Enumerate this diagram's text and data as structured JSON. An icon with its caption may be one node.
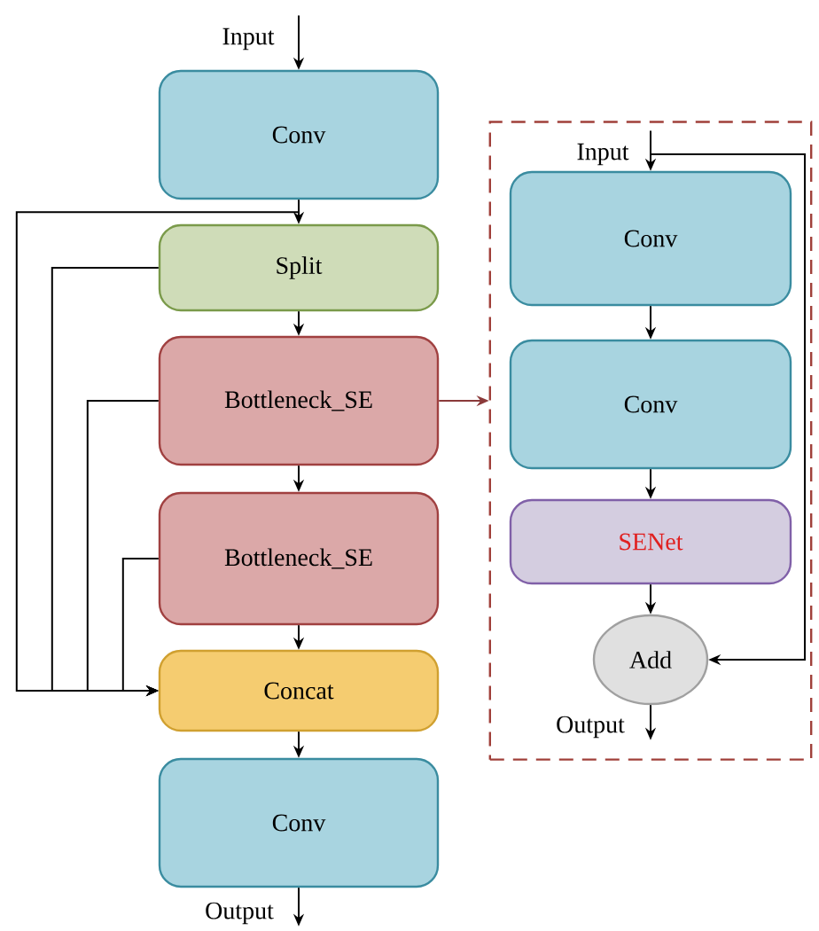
{
  "diagram": {
    "nodes": [
      {
        "text": [
          "Input"
        ]
      },
      {
        "text": [
          "Conv"
        ]
      },
      {
        "text": [
          "Split"
        ]
      },
      {
        "text": [
          "Bottleneck_SE"
        ]
      },
      {
        "text": [
          "Bottleneck_SE"
        ]
      },
      {
        "text": [
          "Concat"
        ]
      },
      {
        "text": [
          "Conv"
        ]
      },
      {
        "text": [
          "Output"
        ]
      },
      {
        "text": [],
        "shape": "box"
      },
      {
        "text": [
          "Input"
        ],
        "in": 8
      },
      {
        "text": [
          "Conv"
        ],
        "in": 8
      },
      {
        "text": [
          "Conv"
        ],
        "in": 8
      },
      {
        "text": [
          "SENet"
        ],
        "in": 8
      },
      {
        "text": [
          "Add"
        ],
        "in": 8
      },
      {
        "text": [
          "Output"
        ],
        "in": 8
      }
    ],
    "edges": [
      {
        "from": 0,
        "to": 1,
        "arrow": "to"
      },
      {
        "from": 1,
        "to": 2,
        "arrow": "to"
      },
      {
        "from": 1,
        "to": 5,
        "arrow": "to"
      },
      {
        "from": 2,
        "to": 3,
        "arrow": "to"
      },
      {
        "from": 2,
        "to": 5,
        "arrow": "to"
      },
      {
        "from": 3,
        "to": 4,
        "arrow": "to"
      },
      {
        "from": 3,
        "to": 5,
        "arrow": "to"
      },
      {
        "from": 3,
        "to": 8,
        "arrow": "to",
        "color": "#8b3a3a"
      },
      {
        "from": 4,
        "to": 5,
        "arrow": "to"
      },
      {
        "from": 4,
        "to": 5,
        "arrow": "to"
      },
      {
        "from": 5,
        "to": 6,
        "arrow": "to"
      },
      {
        "from": 6,
        "to": 7,
        "arrow": "to"
      },
      {
        "from": 9,
        "to": 10,
        "arrow": "to"
      },
      {
        "from": 9,
        "to": 13,
        "arrow": "to"
      },
      {
        "from": 10,
        "to": 11,
        "arrow": "to"
      },
      {
        "from": 11,
        "to": 12,
        "arrow": "to"
      },
      {
        "from": 12,
        "to": 13,
        "arrow": "to"
      },
      {
        "from": 13,
        "to": 14,
        "arrow": "to"
      }
    ]
  }
}
